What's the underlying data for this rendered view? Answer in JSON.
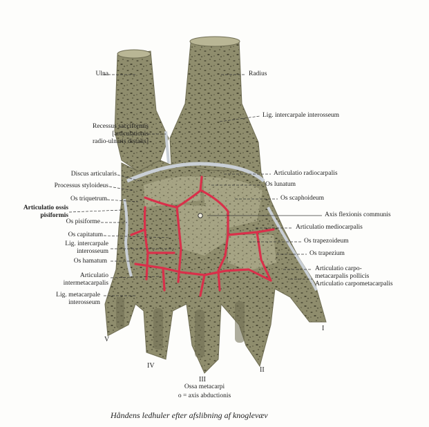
{
  "labels": {
    "ulna": "Ulna",
    "radius": "Radius",
    "recessus": "Recessus sacciformis",
    "recessus2": "[articulationis",
    "recessus3": "radio-ulnaris distalis]",
    "lig_intercarpale_top": "Lig. intercarpale interosseum",
    "discus": "Discus articularis",
    "articulatio_radiocarpalis": "Articulatio radiocarpalis",
    "processus": "Processus styloideus",
    "os_lunatum": "Os lunatum",
    "os_triquetrum": "Os triquetrum",
    "os_scaphoideum": "Os  scaphoideum",
    "artic_ossis_1": "Articulatio ossis",
    "artic_ossis_2": "pisiformis",
    "axis_flexionis": "Axis flexionis communis",
    "os_pisiforme": "Os pisiforme",
    "articulatio_mediocarpalis": "Articulatio mediocarpalis",
    "os_capitatum": "Os capitatum",
    "os_trapezoideum": "Os trapezoideum",
    "lig_inter_1": "Lig.  intercarpale",
    "lig_inter_2": "interosseum",
    "os_trapezium": "Os trapezium",
    "os_hamatum": "Os hamatum",
    "carpo_pollicis_1": "Articulatio carpo-",
    "carpo_pollicis_2": "metacarpalis pollicis",
    "carpometacarpalis": "Articulatio carpometacarpalis",
    "intermeta_1": "Articulatio",
    "intermeta_2": "intermetacarpalis",
    "lig_meta_1": "Lig. metacarpale",
    "lig_meta_2": "interosseum"
  },
  "numerals": {
    "v": "V",
    "iv": "IV",
    "iii": "III",
    "ii": "II",
    "i": "I"
  },
  "subcaption": {
    "ossa": "Ossa metacarpi",
    "axis": "o = axis abductionis"
  },
  "caption": "Håndens ledhuler efter afslibning af knoglevæv",
  "colors": {
    "bone": "#8e8c6c",
    "bone_dark": "#5f5d45",
    "cartilage": "#c9cfd6",
    "joint_cavity": "#d9304a"
  }
}
